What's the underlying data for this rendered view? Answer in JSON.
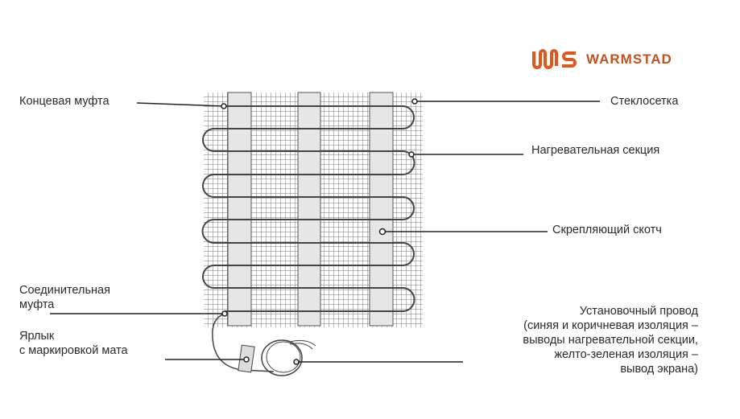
{
  "brand": {
    "logo_mark": "WS",
    "logo_text": "WARMSTAD",
    "color": "#e2561c"
  },
  "labels": {
    "end_coupling": "Концевая муфта",
    "fiberglass_mesh": "Стеклосетка",
    "heating_section": "Нагревательная секция",
    "fixing_tape": "Скрепляющий скотч",
    "connecting_coupling": [
      "Соединительная",
      "муфта"
    ],
    "tag": [
      "Ярлык",
      "с маркировкой мата"
    ],
    "installation_wire": [
      "Установочный провод",
      "(синяя и коричневая изоляция –",
      "выводы нагревательной секции,",
      "желто-зеленая изоляция –",
      "вывод экрана)"
    ]
  }
}
